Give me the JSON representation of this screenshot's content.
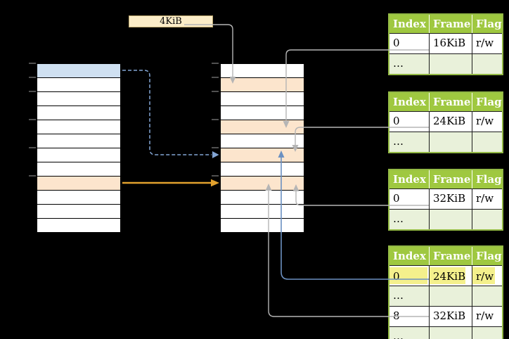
{
  "size_label": {
    "text": "4KiB"
  },
  "colors": {
    "header_green": "#9fc840",
    "table_border_green": "#93b945",
    "row_green": "#e9f1da",
    "highlight_yellow": "#f4f08c",
    "row_orange": "#fce5cd",
    "row_blue": "#cfe0f1",
    "box_cream": "#fcedc8",
    "box_border": "#c2ad72",
    "arrow_gray": "#b5b5b5",
    "arrow_blue": "#6b90c1",
    "arrow_blue_dash": "#83a5d4",
    "arrow_orange": "#e2a12d",
    "tick_gray": "#858585"
  },
  "memory_columns": [
    {
      "name": "left",
      "rows": [
        "blue",
        "",
        "",
        "",
        "",
        "",
        "",
        "",
        "orange",
        "",
        "",
        ""
      ]
    },
    {
      "name": "middle",
      "rows": [
        "",
        "orange",
        "",
        "",
        "orange",
        "",
        "orange",
        "",
        "orange",
        "",
        "",
        ""
      ]
    }
  ],
  "page_tables": [
    {
      "name": "page-table-1",
      "headers": [
        "Index",
        "Frame",
        "Flags"
      ],
      "rows": [
        {
          "cells": [
            "0",
            "16KiB",
            "r/w"
          ]
        },
        {
          "cells": [
            "…",
            "",
            ""
          ]
        }
      ]
    },
    {
      "name": "page-table-2",
      "headers": [
        "Index",
        "Frame",
        "Flags"
      ],
      "rows": [
        {
          "cells": [
            "0",
            "24KiB",
            "r/w"
          ]
        },
        {
          "cells": [
            "…",
            "",
            ""
          ]
        }
      ]
    },
    {
      "name": "page-table-3",
      "headers": [
        "Index",
        "Frame",
        "Flags"
      ],
      "rows": [
        {
          "cells": [
            "0",
            "32KiB",
            "r/w"
          ]
        },
        {
          "cells": [
            "…",
            "",
            ""
          ]
        }
      ]
    },
    {
      "name": "page-table-4",
      "headers": [
        "Index",
        "Frame",
        "Flags"
      ],
      "rows": [
        {
          "cells": [
            "0",
            "24KiB",
            "r/w"
          ],
          "highlighted": true
        },
        {
          "cells": [
            "…",
            "",
            ""
          ]
        },
        {
          "cells": [
            "8",
            "32KiB",
            "r/w"
          ]
        },
        {
          "cells": [
            "…",
            "",
            ""
          ]
        }
      ]
    }
  ]
}
